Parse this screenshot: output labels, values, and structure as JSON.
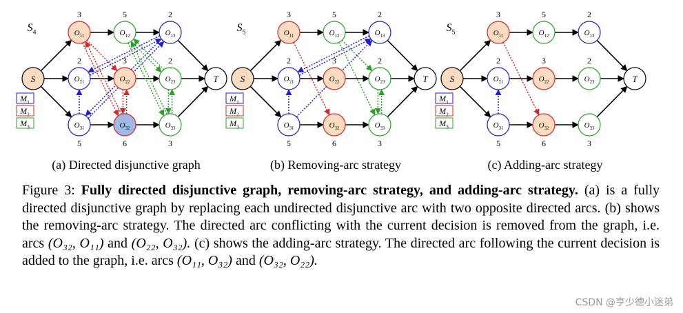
{
  "colors": {
    "source_fill": "#fbdcc0",
    "machine1": "#d62728",
    "machine2": "#1f1fd0",
    "machine3": "#2ca02c",
    "highlight_fill": "#9fb8e6",
    "edge": "#000000"
  },
  "panels": [
    {
      "state_label": "S",
      "state_sub": "4",
      "caption": "(a) Directed disjunctive graph",
      "show_legend": true
    },
    {
      "state_label": "S",
      "state_sub": "5",
      "caption": "(b) Removing-arc strategy",
      "show_legend": true
    },
    {
      "state_label": "S",
      "state_sub": "5",
      "caption": "(c) Adding-arc strategy",
      "show_legend": true
    }
  ],
  "legend": [
    {
      "label": "M",
      "sub": "1",
      "machine": "machine2"
    },
    {
      "label": "M",
      "sub": "2",
      "machine": "machine1"
    },
    {
      "label": "M",
      "sub": "3",
      "machine": "machine3"
    }
  ],
  "graph": {
    "source": "S",
    "sink": "T",
    "nodes": [
      {
        "id": "O11",
        "label": "O",
        "sub": "11",
        "weight": "3",
        "machine": "machine1",
        "weight_pos": "top"
      },
      {
        "id": "O12",
        "label": "O",
        "sub": "12",
        "weight": "5",
        "machine": "machine3",
        "weight_pos": "top"
      },
      {
        "id": "O13",
        "label": "O",
        "sub": "13",
        "weight": "2",
        "machine": "machine2",
        "weight_pos": "top"
      },
      {
        "id": "O21",
        "label": "O",
        "sub": "21",
        "weight": "2",
        "machine": "machine2",
        "weight_pos": "top"
      },
      {
        "id": "O22",
        "label": "O",
        "sub": "22",
        "weight": "3",
        "machine": "machine1",
        "weight_pos": "top"
      },
      {
        "id": "O23",
        "label": "O",
        "sub": "23",
        "weight": "2",
        "machine": "machine3",
        "weight_pos": "top"
      },
      {
        "id": "O31",
        "label": "O",
        "sub": "31",
        "weight": "5",
        "machine": "machine2",
        "weight_pos": "bottom"
      },
      {
        "id": "O32",
        "label": "O",
        "sub": "32",
        "weight": "6",
        "machine": "machine1",
        "weight_pos": "bottom"
      },
      {
        "id": "O33",
        "label": "O",
        "sub": "33",
        "weight": "3",
        "machine": "machine3",
        "weight_pos": "bottom"
      }
    ],
    "conjunctive": [
      [
        "S",
        "O11"
      ],
      [
        "O11",
        "O12"
      ],
      [
        "O12",
        "O13"
      ],
      [
        "O13",
        "T"
      ],
      [
        "S",
        "O21"
      ],
      [
        "O21",
        "O22"
      ],
      [
        "O22",
        "O23"
      ],
      [
        "O23",
        "T"
      ],
      [
        "S",
        "O31"
      ],
      [
        "O31",
        "O32"
      ],
      [
        "O32",
        "O33"
      ],
      [
        "O33",
        "T"
      ]
    ]
  },
  "panel_disjunctive": [
    {
      "highlight": "O32",
      "arcs": [
        {
          "from": "O11",
          "to": "O32",
          "machine": "machine1",
          "double": true
        },
        {
          "from": "O22",
          "to": "O32",
          "machine": "machine1",
          "double": true
        },
        {
          "from": "O11",
          "to": "O22",
          "machine": "machine1",
          "double": false
        },
        {
          "from": "O21",
          "to": "O13",
          "machine": "machine2",
          "double": true
        },
        {
          "from": "O31",
          "to": "O13",
          "machine": "machine2",
          "double": true
        },
        {
          "from": "O31",
          "to": "O21",
          "machine": "machine2",
          "double": false
        },
        {
          "from": "O12",
          "to": "O23",
          "machine": "machine3",
          "double": true
        },
        {
          "from": "O12",
          "to": "O33",
          "machine": "machine3",
          "double": true
        },
        {
          "from": "O23",
          "to": "O33",
          "machine": "machine3",
          "double": true
        }
      ]
    },
    {
      "highlight": "",
      "arcs": [
        {
          "from": "O11",
          "to": "O32",
          "machine": "machine1",
          "double": false
        },
        {
          "from": "O21",
          "to": "O13",
          "machine": "machine2",
          "double": true
        },
        {
          "from": "O31",
          "to": "O13",
          "machine": "machine2",
          "double": false
        },
        {
          "from": "O31",
          "to": "O21",
          "machine": "machine2",
          "double": false
        },
        {
          "from": "O12",
          "to": "O23",
          "machine": "machine3",
          "double": false
        },
        {
          "from": "O12",
          "to": "O33",
          "machine": "machine3",
          "double": false
        },
        {
          "from": "O23",
          "to": "O33",
          "machine": "machine3",
          "double": true
        }
      ]
    },
    {
      "highlight": "",
      "arcs": [
        {
          "from": "O11",
          "to": "O32",
          "machine": "machine1",
          "double": false
        },
        {
          "from": "O31",
          "to": "O21",
          "machine": "machine2",
          "double": false
        }
      ]
    }
  ],
  "caption": {
    "figure_label": "Figure 3:",
    "title": "Fully directed disjunctive graph, removing-arc strategy, and adding-arc strategy.",
    "part_a": "(a) is a fully directed disjunctive graph by replacing each undirected disjunctive arc with two opposite directed arcs. (b) shows the removing-arc strategy. The directed arc conflicting with the current decision is removed from the graph, i.e. arcs",
    "arc1": "(O₃₂, O₁₁)",
    "and1": "and",
    "arc2": "(O₂₂, O₃₂).",
    "part_c": "(c) shows the adding-arc strategy. The directed arc following the current decision is added to the graph, i.e. arcs",
    "arc3": "(O₁₁, O₃₂)",
    "and2": "and",
    "arc4": "(O₃₂, O₂₂)."
  },
  "watermark": "CSDN @亨少德小迷弟"
}
